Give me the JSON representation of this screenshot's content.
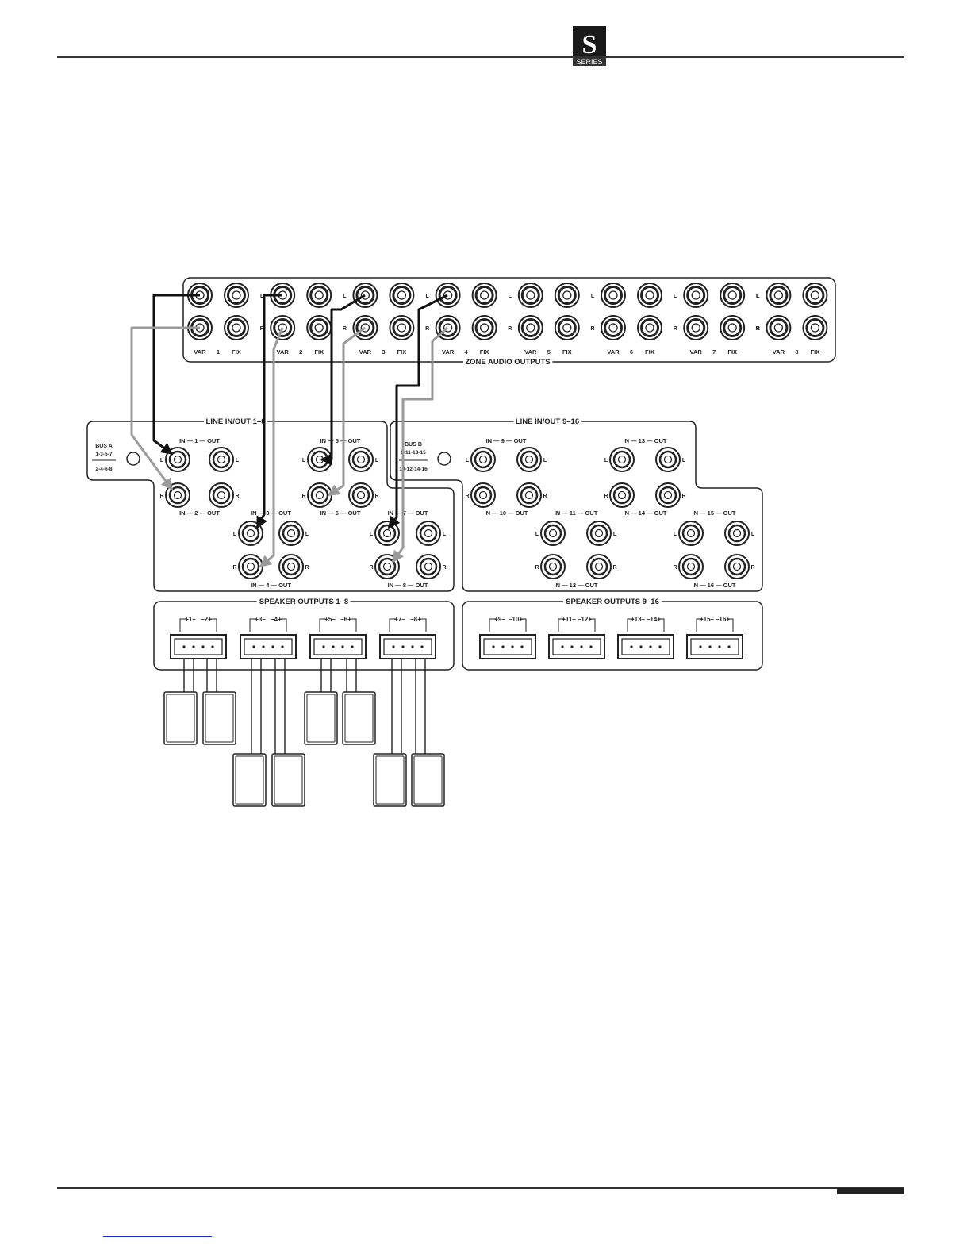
{
  "logo": {
    "letter": "S",
    "text": "SERIES"
  },
  "colors": {
    "ink": "#222222",
    "gray_cable": "#9a9a9a",
    "black_cable": "#111111",
    "link": "#1a2bd6"
  },
  "zone_audio": {
    "title": "ZONE AUDIO OUTPUTS",
    "left_label": "L",
    "right_label": "R",
    "var_label": "VAR",
    "fix_label": "FIX",
    "zones": [
      "1",
      "2",
      "3",
      "4",
      "5",
      "6",
      "7",
      "8"
    ]
  },
  "line_io_1_8": {
    "title": "LINE IN/OUT 1–8",
    "bus_label": "BUS A",
    "bus_odd": "1-3-5-7",
    "bus_even": "2-4-6-8",
    "groups": [
      {
        "top": "IN — 1 — OUT",
        "bottom": "IN — 2 — OUT"
      },
      {
        "top": "IN — 3 — OUT",
        "bottom": "IN — 4 — OUT"
      },
      {
        "top": "IN — 5 — OUT",
        "bottom": "IN — 6 — OUT"
      },
      {
        "top": "IN — 7 — OUT",
        "bottom": "IN — 8 — OUT"
      }
    ]
  },
  "line_io_9_16": {
    "title": "LINE IN/OUT 9–16",
    "bus_label": "BUS B",
    "bus_odd": "9-11-13-15",
    "bus_even": "10-12-14-16",
    "groups": [
      {
        "top": "IN — 9 — OUT",
        "bottom": "IN — 10 — OUT"
      },
      {
        "top": "IN — 11 — OUT",
        "bottom": "IN — 12 — OUT"
      },
      {
        "top": "IN — 13 — OUT",
        "bottom": "IN — 14 — OUT"
      },
      {
        "top": "IN — 15 — OUT",
        "bottom": "IN — 16 — OUT"
      }
    ]
  },
  "speaker_1_8": {
    "title": "SPEAKER OUTPUTS 1–8",
    "terminals": [
      {
        "left": "+1–",
        "right": "–2+"
      },
      {
        "left": "+3–",
        "right": "–4+"
      },
      {
        "left": "+5–",
        "right": "–6+"
      },
      {
        "left": "+7–",
        "right": "–8+"
      }
    ]
  },
  "speaker_9_16": {
    "title": "SPEAKER OUTPUTS 9–16",
    "terminals": [
      {
        "left": "+9–",
        "right": "–10+"
      },
      {
        "left": "+11–",
        "right": "–12+"
      },
      {
        "left": "+13–",
        "right": "–14+"
      },
      {
        "left": "+15–",
        "right": "–16+"
      }
    ]
  }
}
